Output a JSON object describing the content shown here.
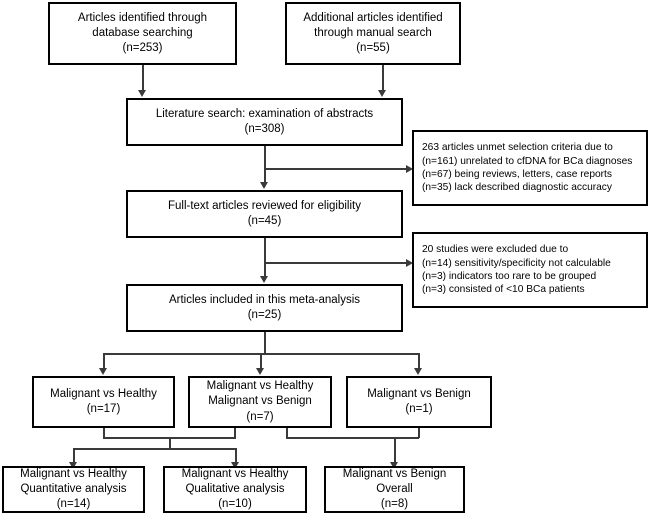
{
  "diagram": {
    "title": "PRISMA study selection flow diagram",
    "type": "flowchart",
    "nodes": {
      "database_search": {
        "lines": [
          "Articles identified through",
          "database searching",
          "(n=253)"
        ],
        "count": 253
      },
      "manual_search": {
        "lines": [
          "Additional articles identified",
          "through manual search",
          "(n=55)"
        ],
        "count": 55
      },
      "abstracts": {
        "lines": [
          "Literature search: examination of abstracts",
          "(n=308)"
        ],
        "count": 308
      },
      "fulltext": {
        "lines": [
          "Full-text articles reviewed for eligibility",
          "(n=45)"
        ],
        "count": 45
      },
      "included": {
        "lines": [
          "Articles included in this meta-analysis",
          "(n=25)"
        ],
        "count": 25
      },
      "excluded_abstracts": {
        "lines": [
          "263 articles unmet selection criteria due to",
          "(n=161) unrelated to cfDNA for BCa diagnoses",
          "(n=67) being reviews, letters, case reports",
          "(n=35) lack described diagnostic accuracy"
        ],
        "total": 263
      },
      "excluded_fulltext": {
        "lines": [
          "20 studies were excluded due to",
          "(n=14) sensitivity/specificity not calculable",
          "(n=3) indicators too rare to be grouped",
          "(n=3) consisted of <10 BCa patients"
        ],
        "total": 20
      },
      "mal_healthy": {
        "lines": [
          "Malignant vs Healthy",
          "(n=17)"
        ],
        "count": 17
      },
      "mal_healthy_benign": {
        "lines": [
          "Malignant vs Healthy",
          "Malignant vs Benign",
          "(n=7)"
        ],
        "count": 7
      },
      "mal_benign": {
        "lines": [
          "Malignant vs Benign",
          "(n=1)"
        ],
        "count": 1
      },
      "quantitative": {
        "lines": [
          "Malignant vs Healthy",
          "Quantitative analysis",
          "(n=14)"
        ],
        "count": 14
      },
      "qualitative": {
        "lines": [
          "Malignant vs Healthy",
          "Qualitative analysis",
          "(n=10)"
        ],
        "count": 10
      },
      "benign_overall": {
        "lines": [
          "Malignant vs Benign",
          "Overall",
          "(n=8)"
        ],
        "count": 8
      }
    },
    "colors": {
      "box_border": "#000000",
      "connector": "#3a3a3a",
      "background": "#ffffff",
      "text": "#000000"
    }
  }
}
